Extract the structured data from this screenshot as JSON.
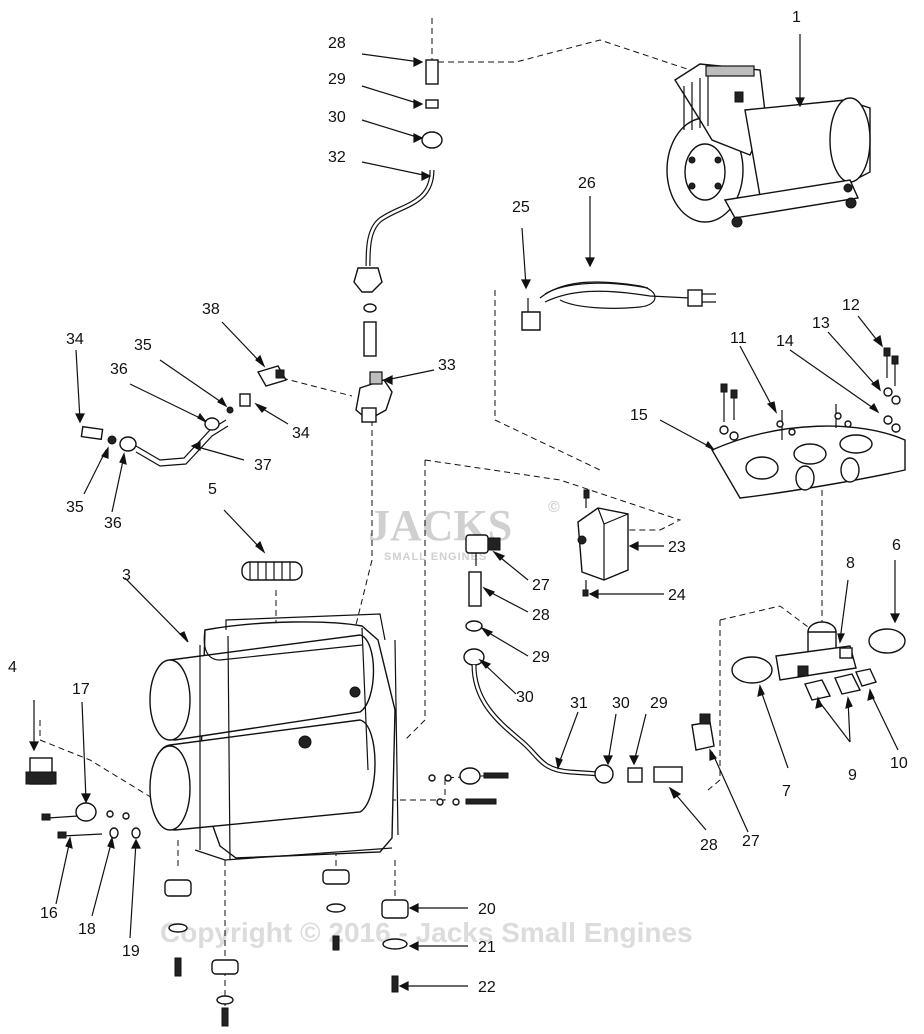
{
  "callouts": {
    "c1": "1",
    "c2": "3",
    "c3": "4",
    "c4": "5",
    "c5": "6",
    "c6": "7",
    "c7": "8",
    "c8": "9",
    "c9": "10",
    "c10": "11",
    "c11": "12",
    "c12": "13",
    "c13": "14",
    "c14": "15",
    "c15": "16",
    "c16": "17",
    "c17": "18",
    "c18": "19",
    "c19": "20",
    "c20": "21",
    "c21": "22",
    "c22": "23",
    "c23": "24",
    "c24": "25",
    "c25": "26",
    "c26": "27",
    "c27": "27",
    "c28": "28",
    "c29": "28",
    "c30": "28",
    "c31": "29",
    "c32": "29",
    "c33": "29",
    "c34": "30",
    "c35": "30",
    "c36": "30",
    "c37": "31",
    "c38": "32",
    "c39": "33",
    "c40": "34",
    "c41": "34",
    "c42": "35",
    "c43": "35",
    "c44": "36",
    "c45": "36",
    "c46": "37",
    "c47": "38"
  },
  "watermark": {
    "text": "Copyright © 2016 - Jacks Small Engines",
    "logo_text": "JACKS",
    "logo_sub": "SMALL ENGINES",
    "logo_mark": "©"
  }
}
